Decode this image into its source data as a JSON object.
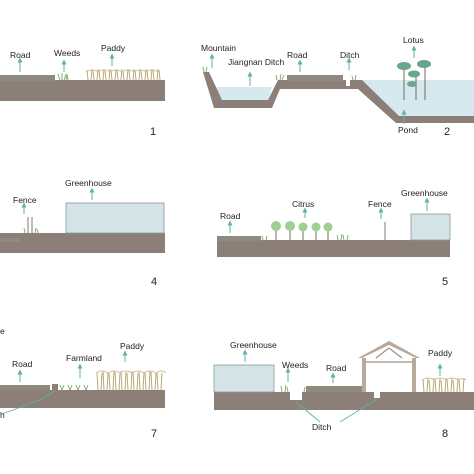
{
  "panels": [
    {
      "number": "1",
      "labels": {
        "road": "Road",
        "weeds": "Weeds",
        "paddy": "Paddy"
      }
    },
    {
      "number": "2",
      "labels": {
        "mountain": "Mountain",
        "jiangnan_ditch": "Jiangnan Ditch",
        "road": "Road",
        "ditch": "Ditch",
        "lotus": "Lotus",
        "pond": "Pond"
      }
    },
    {
      "number": "4",
      "labels": {
        "fence": "Fence",
        "greenhouse": "Greenhouse"
      }
    },
    {
      "number": "5",
      "labels": {
        "road": "Road",
        "citrus": "Citrus",
        "fence": "Fence",
        "greenhouse": "Greenhouse"
      }
    },
    {
      "number": "7",
      "labels": {
        "partial_e": "e",
        "road": "Road",
        "farmland": "Farmland",
        "paddy": "Paddy",
        "partial_h": "h"
      }
    },
    {
      "number": "8",
      "labels": {
        "greenhouse": "Greenhouse",
        "weeds": "Weeds",
        "road": "Road",
        "paddy": "Paddy",
        "ditch": "Ditch"
      }
    }
  ],
  "colors": {
    "ground": "#8c7f78",
    "water": "#d6e9ef",
    "arrow": "#5fb0a6",
    "vegetation": "#7aa66a",
    "paddy": "#b8a878"
  }
}
